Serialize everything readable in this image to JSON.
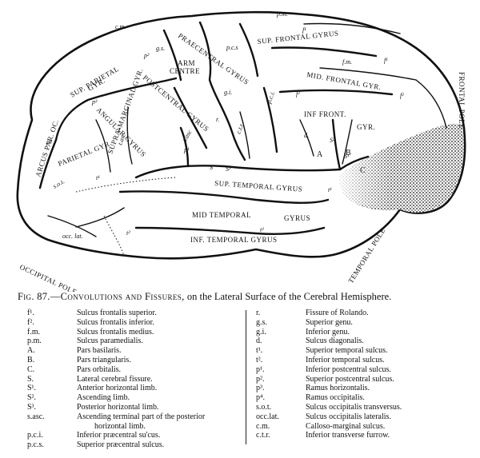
{
  "diagram": {
    "labels": {
      "cm": "c.m.",
      "pm": "p.m.",
      "sup_frontal": "SUP. FRONTAL GYRUS",
      "praecentral": "PRAECENTRAL GYRUS",
      "gs": "g.s.",
      "pcs": "p.c.s",
      "arm_centre_1": "ARM",
      "arm_centre_2": "CENTRE",
      "postcentral": "POSTCENTRAL GYRUS",
      "gi": "g.i.",
      "sup_parietal_1": "SUP. PARIETAL",
      "sup_parietal_2": "GYR.",
      "p2": "p²",
      "p1": "p¹",
      "p3": "p³",
      "p4": "p⁴",
      "f1a": "f¹",
      "f1b": "f¹",
      "f2a": "f²",
      "f2b": "f²",
      "fm": "f.m.",
      "mid_frontal": "MID. FRONTAL GYR.",
      "pci": "p.c.i.",
      "r": "r.",
      "d": "d.",
      "inf_front": "INF FRONT.",
      "gyr": "GYR.",
      "A": "A",
      "B": "B",
      "C": "C",
      "frontal_pole": "FRONTAL POLE",
      "angular": "ANGULAR GYRUS",
      "supramarginal": "SUPRA-MARGINAL GYR.",
      "sasc": "s.asc",
      "tasc": "t.asc",
      "ctr": "c.t.r",
      "s1": "S¹",
      "s2": "S²",
      "s3": "S³",
      "s": "S",
      "arcus": "ARCUS PAR. OC.",
      "parietal_gyr": "PARIETAL GYR",
      "sot": "s.o.t.",
      "t1a": "t¹",
      "t1b": "t¹",
      "t2a": "t²",
      "t2b": "t²",
      "sup_temporal": "SUP. TEMPORAL GYRUS",
      "mid_temporal": "MID TEMPORAL",
      "gyrus_mt": "GYRUS",
      "inf_temporal": "INF. TEMPORAL GYRUS",
      "occ_lat": "occ. lat.",
      "occipital_pole": "OCCIPITAL POLE",
      "temporal_pole": "TEMPORAL POLE"
    }
  },
  "caption": {
    "fig": "Fig. 87.",
    "title": "—Convolutions and Fissures,",
    "rest": " on the Lateral Surface of the Cerebral Hemisphere."
  },
  "legend": {
    "left": [
      {
        "abbr": "f¹.",
        "desc": "Sulcus frontalis superior."
      },
      {
        "abbr": "f².",
        "desc": "Sulcus frontalis inferior."
      },
      {
        "abbr": "f.m.",
        "desc": "Sulcus frontalis medius."
      },
      {
        "abbr": "p.m.",
        "desc": "Sulcus paramedialis."
      },
      {
        "abbr": "A.",
        "desc": "Pars basilaris."
      },
      {
        "abbr": "B.",
        "desc": "Pars triangularis."
      },
      {
        "abbr": "C.",
        "desc": "Pars orbitalis."
      },
      {
        "abbr": "S.",
        "desc": "Lateral cerebral fissure."
      },
      {
        "abbr": "S¹.",
        "desc": "Anterior horizontal limb."
      },
      {
        "abbr": "S².",
        "desc": "Ascending limb."
      },
      {
        "abbr": "S³.",
        "desc": "Posterior horizontal limb."
      },
      {
        "abbr": "s.asc.",
        "desc": "Ascending terminal part of the posterior"
      },
      {
        "abbr": "",
        "desc": "horizontal limb."
      },
      {
        "abbr": "p.c.i.",
        "desc": "Inferior præcentral su'cus."
      },
      {
        "abbr": "p.c.s.",
        "desc": "Superior præcentral sulcus."
      }
    ],
    "right": [
      {
        "abbr": "r.",
        "desc": "Fissure of Rolando."
      },
      {
        "abbr": "g.s.",
        "desc": "Superior genu."
      },
      {
        "abbr": "g.i.",
        "desc": "Inferior genu."
      },
      {
        "abbr": "d.",
        "desc": "Sulcus diagonalis."
      },
      {
        "abbr": "t¹.",
        "desc": "Superior temporal sulcus."
      },
      {
        "abbr": "t².",
        "desc": "Inferior temporal sulcus."
      },
      {
        "abbr": "p¹.",
        "desc": "Inferior postcentral sulcus."
      },
      {
        "abbr": "p².",
        "desc": "Superior postcentral sulcus."
      },
      {
        "abbr": "p³.",
        "desc": "Ramus horizontalis."
      },
      {
        "abbr": "p⁴.",
        "desc": "Ramus occipitalis."
      },
      {
        "abbr": "s.o.t.",
        "desc": "Sulcus occipitalis transversus."
      },
      {
        "abbr": "occ.lat.",
        "desc": "Sulcus occipitalis lateralis."
      },
      {
        "abbr": "c.m.",
        "desc": "Calloso-marginal sulcus."
      },
      {
        "abbr": "c.t.r.",
        "desc": "Inferior transverse furrow."
      }
    ]
  }
}
